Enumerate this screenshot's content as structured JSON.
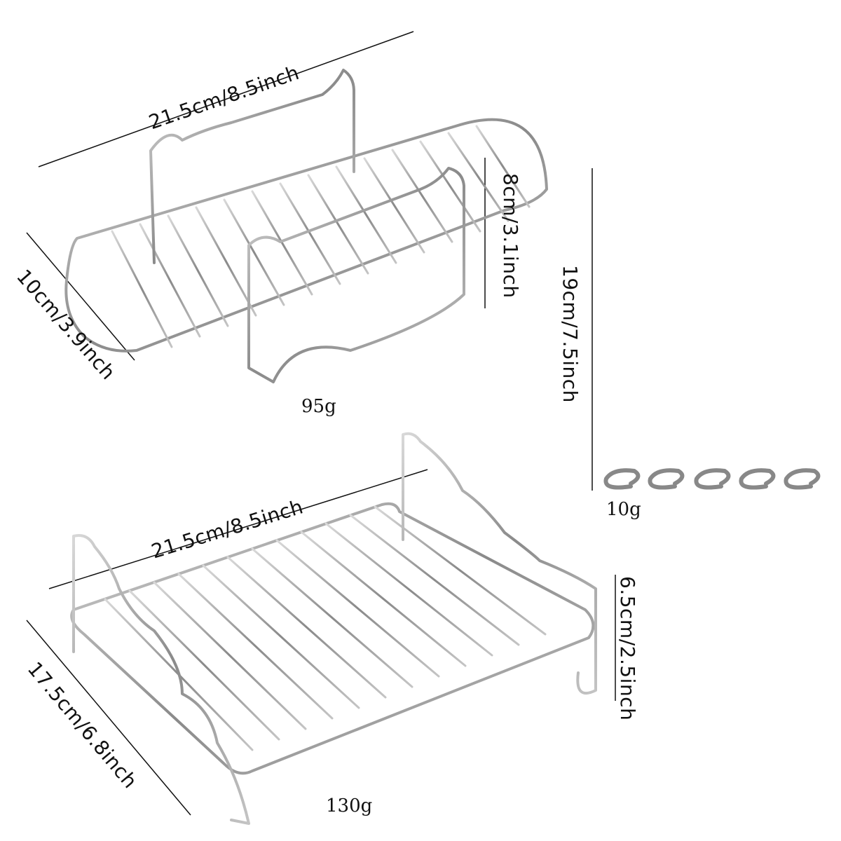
{
  "product": {
    "items": [
      {
        "name": "small-rack",
        "dimensions": {
          "length": "21.5cm/8.5inch",
          "width": "10cm/3.9inch",
          "height": "8cm/3.1inch"
        },
        "weight": "95g"
      },
      {
        "name": "skewers",
        "count": 5,
        "dimensions": {
          "length": "19cm/7.5inch"
        },
        "weight": "10g"
      },
      {
        "name": "large-rack",
        "dimensions": {
          "length": "21.5cm/8.5inch",
          "width": "17.5cm/6.8inch",
          "height": "6.5cm/2.5inch"
        },
        "weight": "130g"
      }
    ]
  },
  "colors": {
    "background": "#ffffff",
    "line": "#111111",
    "metal": "#9a9a9a"
  }
}
